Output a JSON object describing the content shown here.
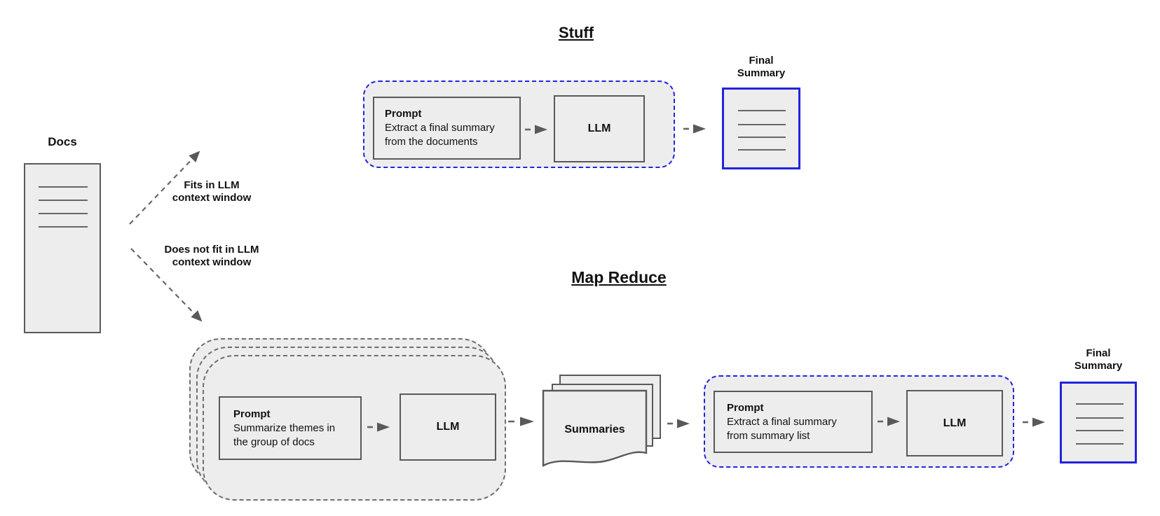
{
  "docs": {
    "label": "Docs"
  },
  "branch": {
    "fits_line1": "Fits in LLM",
    "fits_line2": "context window",
    "notfit_line1": "Does not fit in LLM",
    "notfit_line2": "context window"
  },
  "stuff": {
    "title": "Stuff",
    "prompt_heading": "Prompt",
    "prompt_line1": "Extract a final summary",
    "prompt_line2": "from the documents",
    "llm_label": "LLM",
    "final_line1": "Final",
    "final_line2": "Summary"
  },
  "map_reduce": {
    "title": "Map Reduce",
    "map_prompt_heading": "Prompt",
    "map_prompt_line1": "Summarize themes in",
    "map_prompt_line2": "the group of docs",
    "map_llm_label": "LLM",
    "summaries_label": "Summaries",
    "reduce_prompt_heading": "Prompt",
    "reduce_prompt_line1": "Extract a final summary",
    "reduce_prompt_line2": "from summary list",
    "reduce_llm_label": "LLM",
    "final_line1": "Final",
    "final_line2": "Summary"
  },
  "colors": {
    "accent_blue": "#2323dd",
    "box_border_gray": "#595959",
    "shape_fill": "#ededee",
    "arrow_gray": "#666666"
  }
}
